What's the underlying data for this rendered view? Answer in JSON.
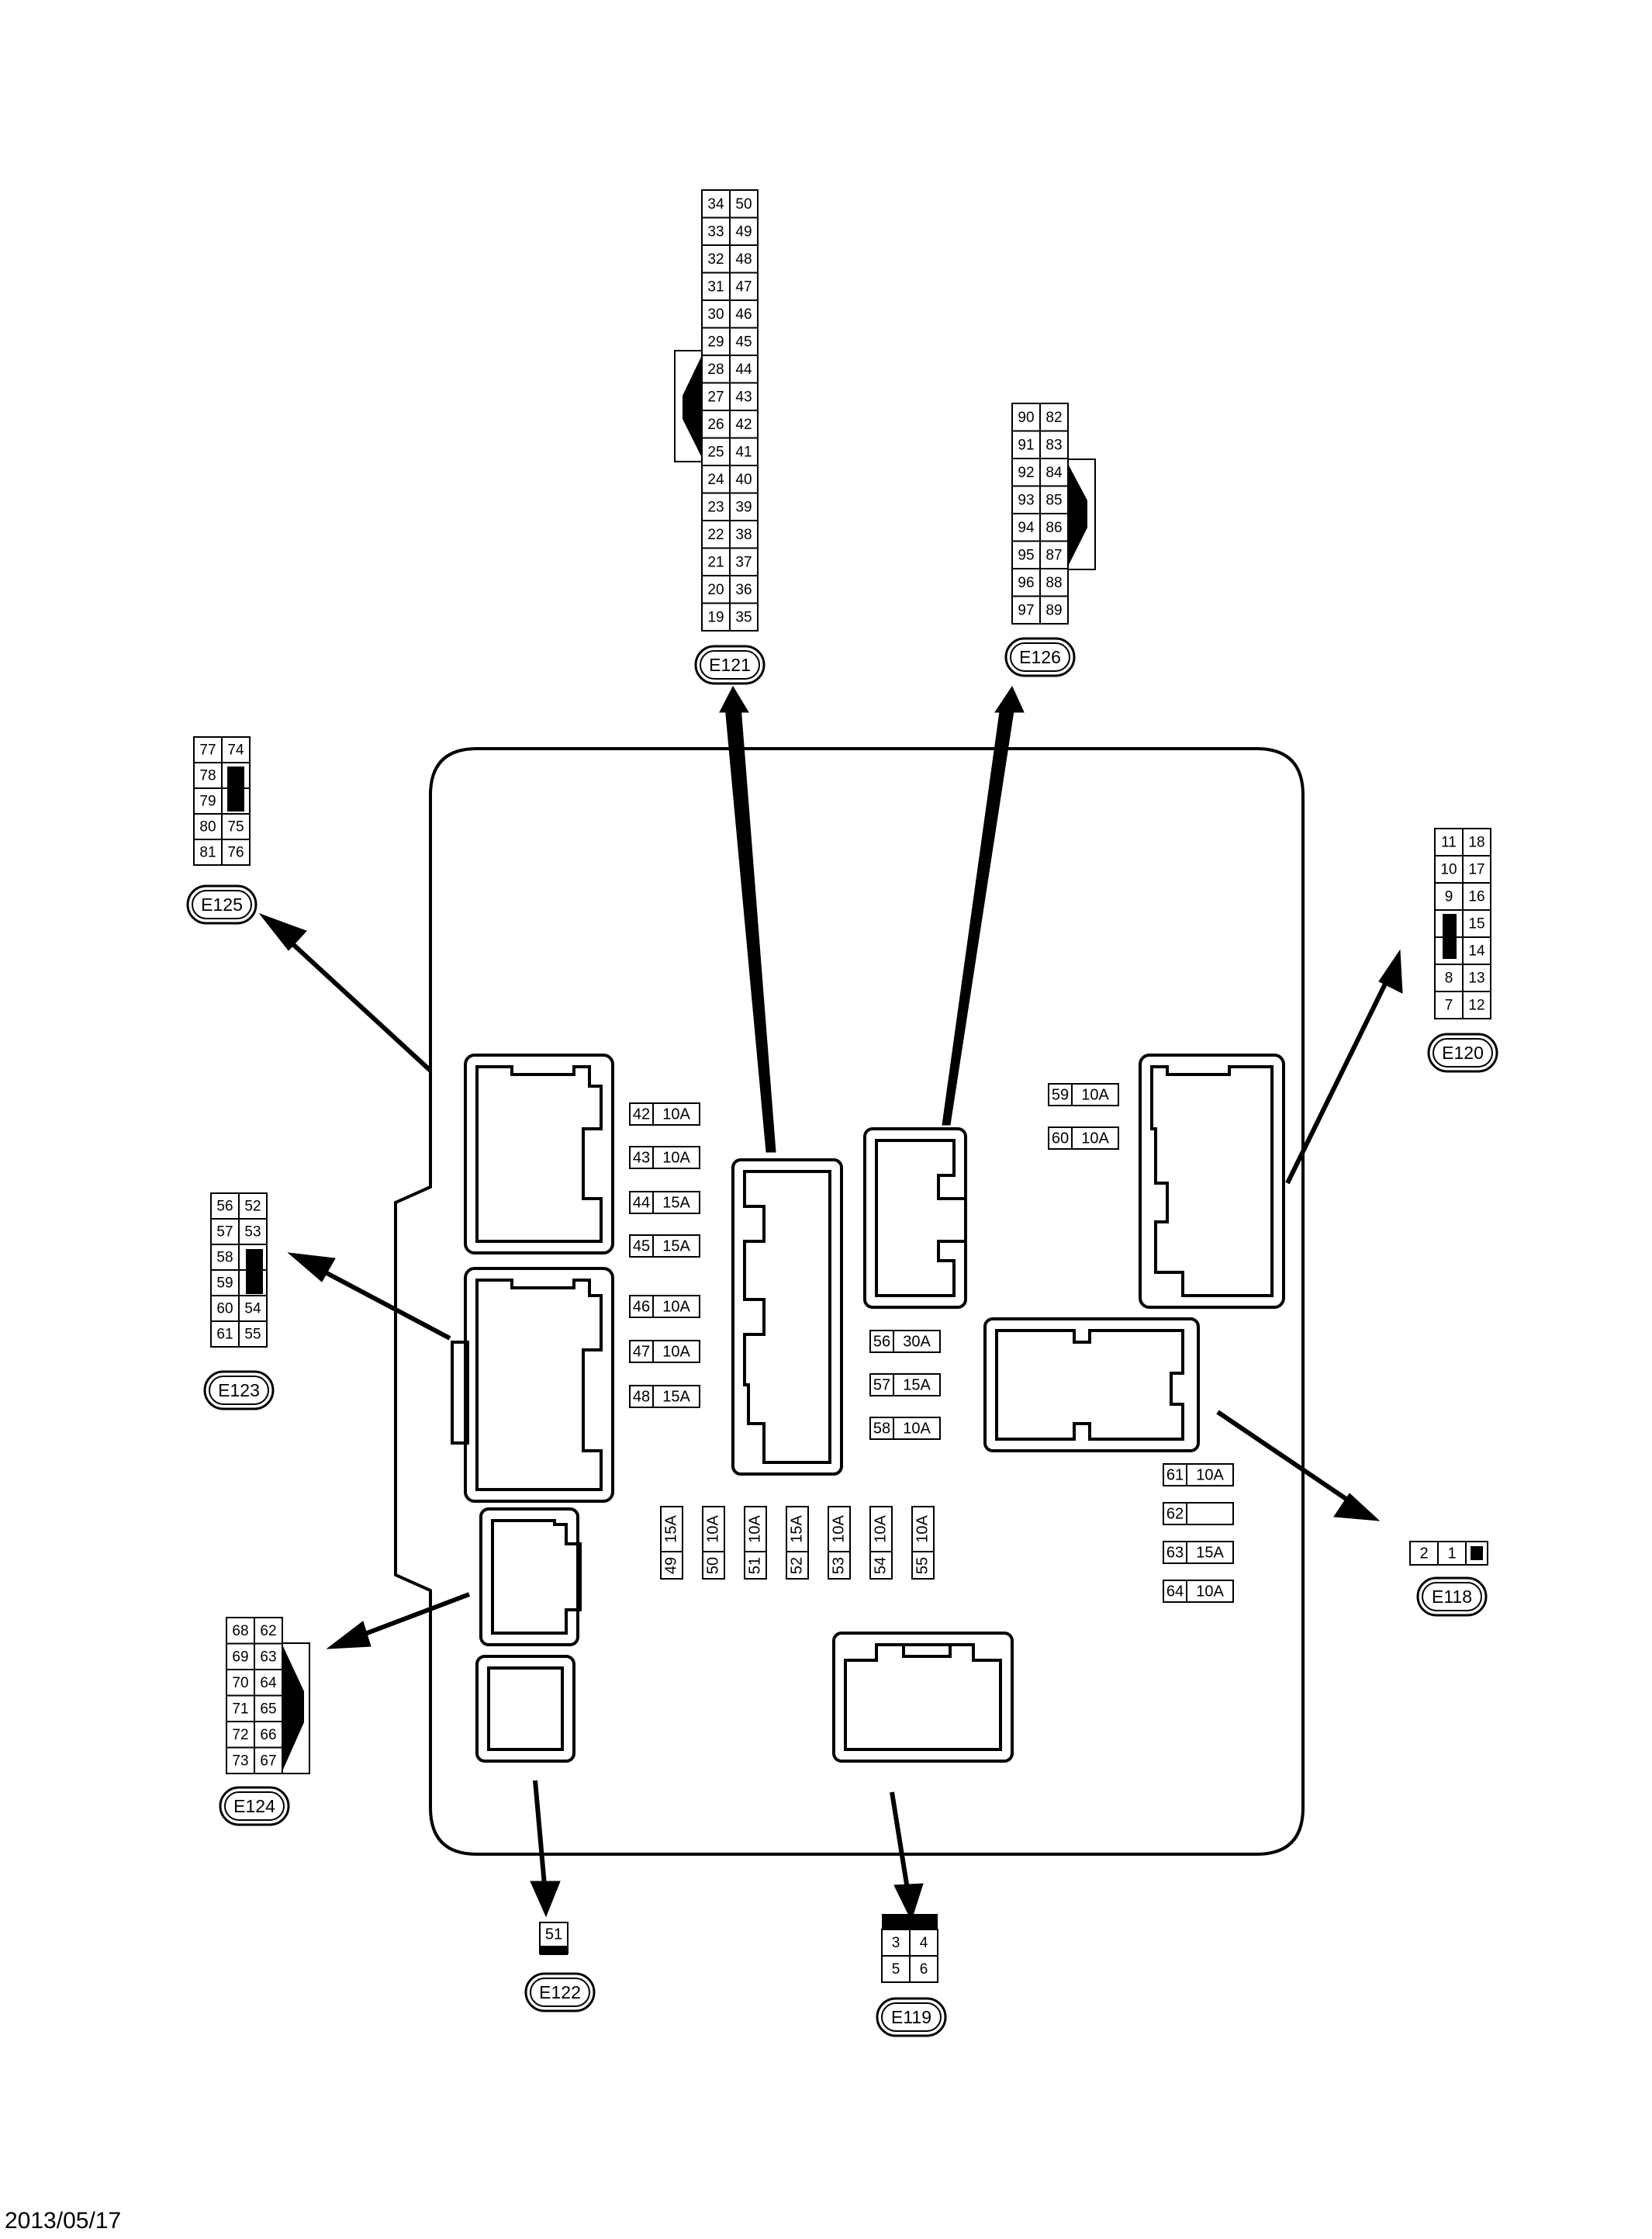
{
  "footer": {
    "date": "2013/05/17"
  },
  "fuses_left": [
    {
      "no": "42",
      "rating": "10A"
    },
    {
      "no": "43",
      "rating": "10A"
    },
    {
      "no": "44",
      "rating": "15A"
    },
    {
      "no": "45",
      "rating": "15A"
    },
    {
      "no": "46",
      "rating": "10A"
    },
    {
      "no": "47",
      "rating": "10A"
    },
    {
      "no": "48",
      "rating": "15A"
    }
  ],
  "fuses_center": [
    {
      "no": "56",
      "rating": "30A"
    },
    {
      "no": "57",
      "rating": "15A"
    },
    {
      "no": "58",
      "rating": "10A"
    }
  ],
  "fuses_top_right": [
    {
      "no": "59",
      "rating": "10A"
    },
    {
      "no": "60",
      "rating": "10A"
    }
  ],
  "fuses_right": [
    {
      "no": "61",
      "rating": "10A"
    },
    {
      "no": "62",
      "rating": ""
    },
    {
      "no": "63",
      "rating": "15A"
    },
    {
      "no": "64",
      "rating": "10A"
    }
  ],
  "fuses_vertical": [
    {
      "no": "49",
      "rating": "15A"
    },
    {
      "no": "50",
      "rating": "10A"
    },
    {
      "no": "51",
      "rating": "10A"
    },
    {
      "no": "52",
      "rating": "15A"
    },
    {
      "no": "53",
      "rating": "10A"
    },
    {
      "no": "54",
      "rating": "10A"
    },
    {
      "no": "55",
      "rating": "10A"
    }
  ],
  "connectors": {
    "E121": {
      "label": "E121",
      "rows": [
        [
          "34",
          "50"
        ],
        [
          "33",
          "49"
        ],
        [
          "32",
          "48"
        ],
        [
          "31",
          "47"
        ],
        [
          "30",
          "46"
        ],
        [
          "29",
          "45"
        ],
        [
          "28",
          "44"
        ],
        [
          "27",
          "43"
        ],
        [
          "26",
          "42"
        ],
        [
          "25",
          "41"
        ],
        [
          "24",
          "40"
        ],
        [
          "23",
          "39"
        ],
        [
          "22",
          "38"
        ],
        [
          "21",
          "37"
        ],
        [
          "20",
          "36"
        ],
        [
          "19",
          "35"
        ]
      ]
    },
    "E126": {
      "label": "E126",
      "rows": [
        [
          "90",
          "82"
        ],
        [
          "91",
          "83"
        ],
        [
          "92",
          "84"
        ],
        [
          "93",
          "85"
        ],
        [
          "94",
          "86"
        ],
        [
          "95",
          "87"
        ],
        [
          "96",
          "88"
        ],
        [
          "97",
          "89"
        ]
      ]
    },
    "E125": {
      "label": "E125",
      "rows": [
        [
          "77",
          "74"
        ],
        [
          "78",
          ""
        ],
        [
          "79",
          ""
        ],
        [
          "80",
          "75"
        ],
        [
          "81",
          "76"
        ]
      ]
    },
    "E123": {
      "label": "E123",
      "rows": [
        [
          "56",
          "52"
        ],
        [
          "57",
          "53"
        ],
        [
          "58",
          ""
        ],
        [
          "59",
          ""
        ],
        [
          "60",
          "54"
        ],
        [
          "61",
          "55"
        ]
      ]
    },
    "E124": {
      "label": "E124",
      "rows": [
        [
          "68",
          "62"
        ],
        [
          "69",
          "63"
        ],
        [
          "70",
          "64"
        ],
        [
          "71",
          "65"
        ],
        [
          "72",
          "66"
        ],
        [
          "73",
          "67"
        ]
      ]
    },
    "E120": {
      "label": "E120",
      "rows": [
        [
          "11",
          "18"
        ],
        [
          "10",
          "17"
        ],
        [
          "9",
          "16"
        ],
        [
          "",
          "15"
        ],
        [
          "",
          "14"
        ],
        [
          "8",
          "13"
        ],
        [
          "7",
          "12"
        ]
      ]
    },
    "E118": {
      "label": "E118",
      "pins": [
        "2",
        "1"
      ]
    },
    "E122": {
      "label": "E122",
      "pins": [
        "51"
      ]
    },
    "E119": {
      "label": "E119",
      "rows": [
        [
          "3",
          "4"
        ],
        [
          "5",
          "6"
        ]
      ]
    }
  }
}
